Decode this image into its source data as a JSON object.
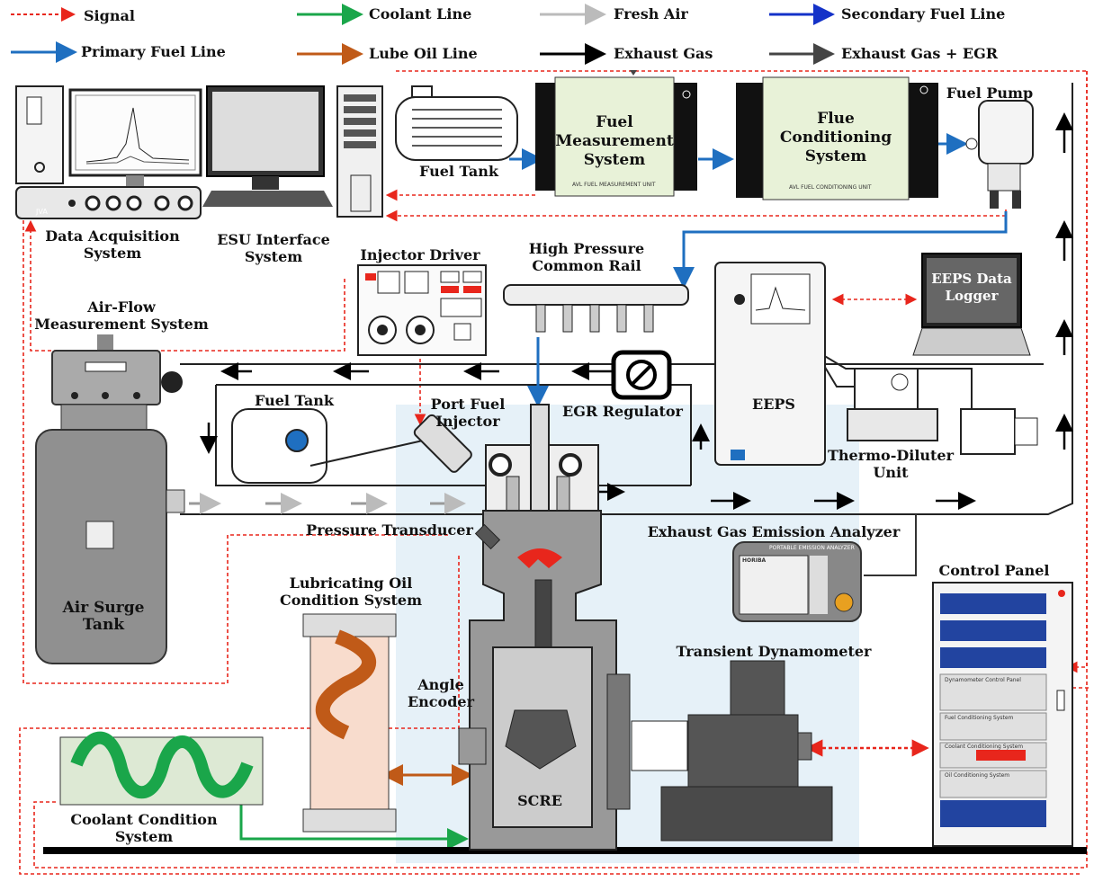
{
  "legend": [
    {
      "label": "Signal",
      "color": "#e8261c",
      "dashed": true
    },
    {
      "label": "Coolant Line",
      "color": "#1aa64a",
      "dashed": false
    },
    {
      "label": "Fresh Air",
      "color": "#bbbbbb",
      "dashed": false
    },
    {
      "label": "Secondary Fuel Line",
      "color": "#1432c8",
      "dashed": false
    },
    {
      "label": "Primary Fuel Line",
      "color": "#1f6fc0",
      "dashed": false
    },
    {
      "label": "Lube Oil Line",
      "color": "#c05a18",
      "dashed": false
    },
    {
      "label": "Exhaust Gas",
      "color": "#000000",
      "dashed": false
    },
    {
      "label": "Exhaust Gas + EGR",
      "color": "#444444",
      "dashed": false
    }
  ],
  "components": {
    "data_acquisition": "Data Acquisition\nSystem",
    "esu_interface": "ESU Interface\nSystem",
    "fuel_tank_top": "Fuel Tank",
    "fuel_measurement": "Fuel\nMeasurement\nSystem",
    "fuel_measurement_caption": "AVL FUEL MEASUREMENT UNIT",
    "flue_conditioning": "Flue\nConditioning\nSystem",
    "flue_conditioning_caption": "AVL FUEL CONDITIONING UNIT",
    "fuel_pump": "Fuel Pump",
    "injector_driver": "Injector Driver",
    "common_rail": "High Pressure\nCommon Rail",
    "eeps_logger": "EEPS Data\nLogger",
    "air_flow": "Air-Flow\nMeasurement System",
    "fuel_tank_port": "Fuel Tank",
    "port_fuel_injector": "Port Fuel\nInjector",
    "egr_regulator": "EGR Regulator",
    "eeps": "EEPS",
    "thermo_diluter": "Thermo-Diluter\nUnit",
    "pressure_transducer": "Pressure Transducer",
    "exhaust_analyzer": "Exhaust Gas Emission Analyzer",
    "analyzer_header": "PORTABLE EMISSION ANALYZER",
    "analyzer_brand": "HORIBA",
    "air_surge_tank": "Air Surge\nTank",
    "lube_oil": "Lubricating Oil\nCondition System",
    "angle_encoder": "Angle\nEncoder",
    "scre": "SCRE",
    "transient_dyno": "Transient Dynamometer",
    "control_panel": "Control Panel",
    "coolant_condition": "Coolant Condition\nSystem",
    "daq_brand": "JVA"
  },
  "control_panel_sections": [
    "Dynamometer Control Panel",
    "Fuel Conditioning System",
    "Coolant Conditioning System",
    "Oil Conditioning System"
  ],
  "colors": {
    "signal": "#e8261c",
    "coolant": "#1aa64a",
    "fresh_air": "#bbbbbb",
    "secondary_fuel": "#1432c8",
    "primary_fuel": "#1f6fc0",
    "lube_oil": "#c05a18",
    "exhaust": "#000000",
    "exhaust_egr": "#444444",
    "engine_bg": "#e6f1f8",
    "avl_green": "#e8f2d8",
    "coolant_box": "#dde9d4",
    "lube_tube": "#f8dccd"
  }
}
